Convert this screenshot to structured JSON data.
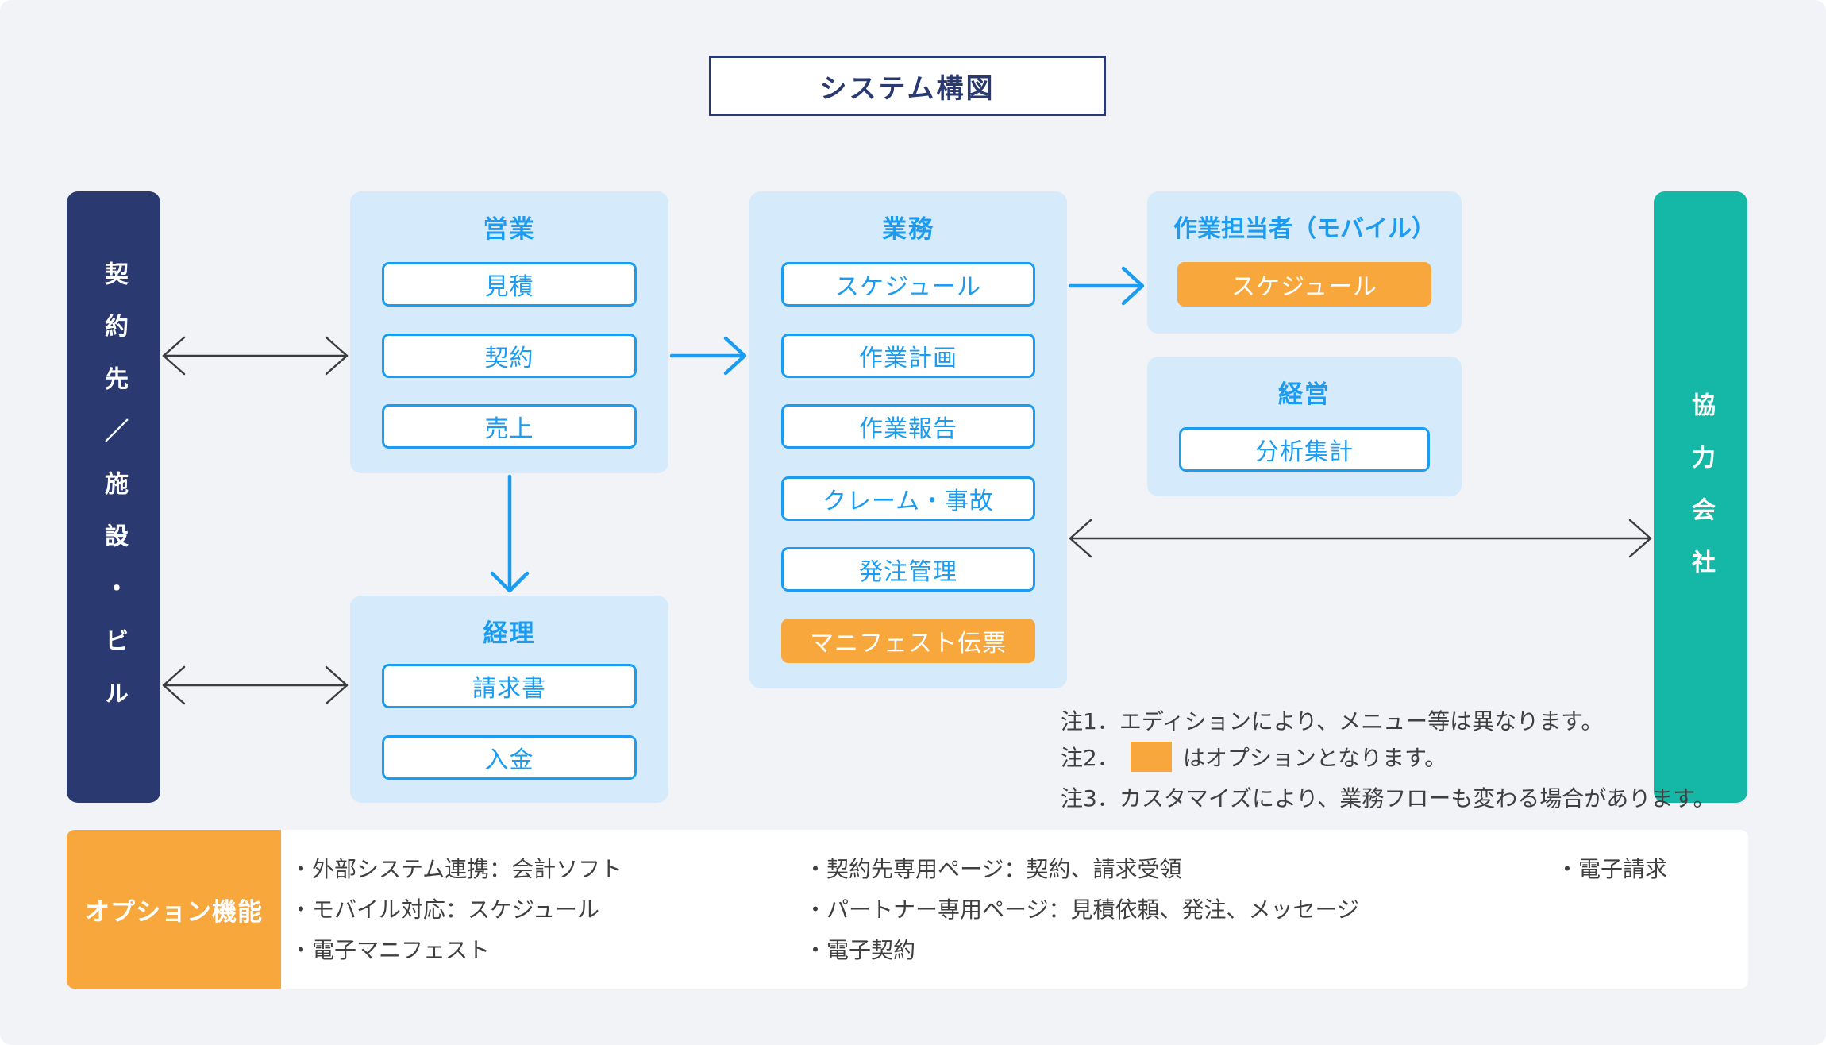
{
  "title": "システム構図",
  "left_bar": {
    "label": "契約先／施設・ビル"
  },
  "right_bar": {
    "label": "協力会社"
  },
  "sales": {
    "title": "営業",
    "items": [
      "見積",
      "契約",
      "売上"
    ]
  },
  "accounting": {
    "title": "経理",
    "items": [
      "請求書",
      "入金"
    ]
  },
  "operations": {
    "title": "業務",
    "items": [
      "スケジュール",
      "作業計画",
      "作業報告",
      "クレーム・事故",
      "発注管理"
    ],
    "option_item": "マニフェスト伝票"
  },
  "worker": {
    "title": "作業担当者（モバイル）",
    "option_item": "スケジュール"
  },
  "management": {
    "title": "経営",
    "items": [
      "分析集計"
    ]
  },
  "notes": {
    "note1": "注1．エディションにより、メニュー等は異なります。",
    "note2_prefix": "注2．",
    "note2_suffix": "はオプションとなります。",
    "note3": "注3．カスタマイズにより、業務フローも変わる場合があります。"
  },
  "options_panel": {
    "label": "オプション機能",
    "col1": [
      "・外部システム連携：会計ソフト",
      "・モバイル対応：スケジュール",
      "・電子マニフェスト"
    ],
    "col2": [
      "・契約先専用ページ：契約、請求受領",
      "・パートナー専用ページ：見積依頼、発注、メッセージ",
      "・電子契約"
    ],
    "col3": [
      "・電子請求"
    ]
  },
  "colors": {
    "navy": "#2A3A70",
    "teal": "#15B8A6",
    "accent_blue": "#1B9CF0",
    "panel_blue": "#D5EAFA",
    "orange": "#F7A73C",
    "text_dark": "#3F3F3F",
    "background": "#F1F3F6"
  }
}
